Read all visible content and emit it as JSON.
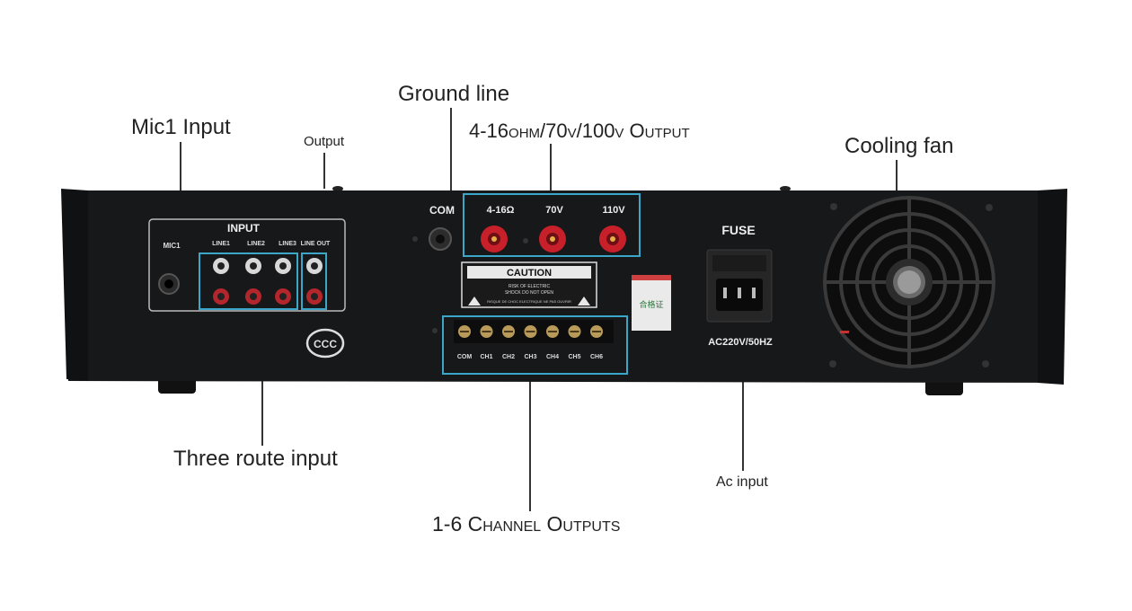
{
  "callouts": {
    "mic1_input": "Mic1 Input",
    "output": "Output",
    "ground_line": "Ground line",
    "speaker_output": "4-16ohm/70v/100v Output",
    "cooling_fan": "Cooling fan",
    "three_route_input": "Three route input",
    "ac_input": "Ac input",
    "channel_outputs": "1-6 Channel Outputs"
  },
  "panel": {
    "input_title": "INPUT",
    "mic1": "MIC1",
    "line1": "LINE1",
    "line2": "LINE2",
    "line3": "LINE3",
    "line_out": "LINE OUT",
    "com": "COM",
    "tap_4_16": "4-16Ω",
    "tap_70": "70V",
    "tap_110": "110V",
    "caution_title": "CAUTION",
    "caution_line1": "RISK OF ELECTRIC",
    "caution_line2": "SHOCK DO NOT OPEN",
    "caution_line3": "RISQUE DE CHOC ELECTRIQUE NE PAS OUVRIR",
    "fuse": "FUSE",
    "ac_rating": "AC220V/50HZ",
    "ccc_mark": "CCC",
    "cert_sticker": "合格证",
    "terminals": [
      "COM",
      "CH1",
      "CH2",
      "CH3",
      "CH4",
      "CH5",
      "CH6"
    ]
  },
  "colors": {
    "chassis": "#17181a",
    "highlight": "#3ba6c8",
    "binding_post": "#c8202a",
    "rca_red": "#b3262c",
    "rca_white": "#d8d8d8"
  }
}
